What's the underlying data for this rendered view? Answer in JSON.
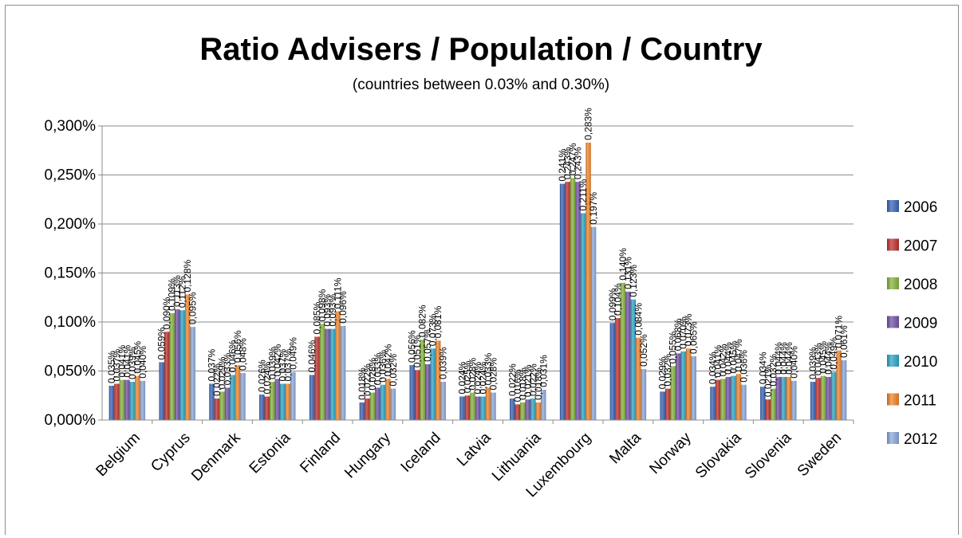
{
  "chart_data": {
    "type": "bar",
    "title": "Ratio Advisers / Population / Country",
    "subtitle": "(countries between 0.03% and 0.30%)",
    "xlabel": "",
    "ylabel": "",
    "ylim": [
      0,
      0.3
    ],
    "yticks": [
      "0,000%",
      "0,050%",
      "0,100%",
      "0,150%",
      "0,200%",
      "0,250%",
      "0,300%"
    ],
    "grid": true,
    "legend_position": "right",
    "categories": [
      "Belgium",
      "Cyprus",
      "Denmark",
      "Estonia",
      "Finland",
      "Hungary",
      "Iceland",
      "Latvia",
      "Lithuania",
      "Luxembourg",
      "Malta",
      "Norway",
      "Slovakia",
      "Slovenia",
      "Sweden"
    ],
    "series": [
      {
        "name": "2006",
        "color": "#3a66b8",
        "values": [
          0.035,
          0.059,
          0.037,
          0.026,
          0.046,
          0.018,
          0.056,
          0.024,
          0.022,
          0.241,
          0.099,
          0.029,
          0.034,
          0.034,
          0.039
        ]
      },
      {
        "name": "2007",
        "color": "#c0322d",
        "values": [
          0.037,
          0.09,
          0.022,
          0.024,
          0.085,
          0.022,
          0.051,
          0.025,
          0.016,
          0.243,
          0.104,
          0.032,
          0.041,
          0.021,
          0.043
        ]
      },
      {
        "name": "2008",
        "color": "#87b63c",
        "values": [
          0.041,
          0.109,
          0.029,
          0.039,
          0.098,
          0.028,
          0.082,
          0.028,
          0.018,
          0.247,
          0.14,
          0.055,
          0.042,
          0.032,
          0.045
        ]
      },
      {
        "name": "2009",
        "color": "#7453a8",
        "values": [
          0.041,
          0.113,
          0.033,
          0.042,
          0.093,
          0.033,
          0.057,
          0.024,
          0.021,
          0.243,
          0.131,
          0.068,
          0.044,
          0.044,
          0.044
        ]
      },
      {
        "name": "2010",
        "color": "#2fa8c8",
        "values": [
          0.039,
          0.112,
          0.046,
          0.037,
          0.093,
          0.036,
          0.073,
          0.024,
          0.022,
          0.211,
          0.123,
          0.07,
          0.045,
          0.044,
          0.049
        ]
      },
      {
        "name": "2011",
        "color": "#f0862d",
        "values": [
          0.045,
          0.128,
          0.056,
          0.037,
          0.111,
          0.042,
          0.081,
          0.033,
          0.018,
          0.283,
          0.084,
          0.073,
          0.047,
          0.044,
          0.071
        ]
      },
      {
        "name": "2012",
        "color": "#8ea9dc",
        "values": [
          0.04,
          0.095,
          0.048,
          0.049,
          0.096,
          0.032,
          0.039,
          0.028,
          0.031,
          0.197,
          0.052,
          0.065,
          0.036,
          0.04,
          0.061
        ]
      }
    ]
  }
}
